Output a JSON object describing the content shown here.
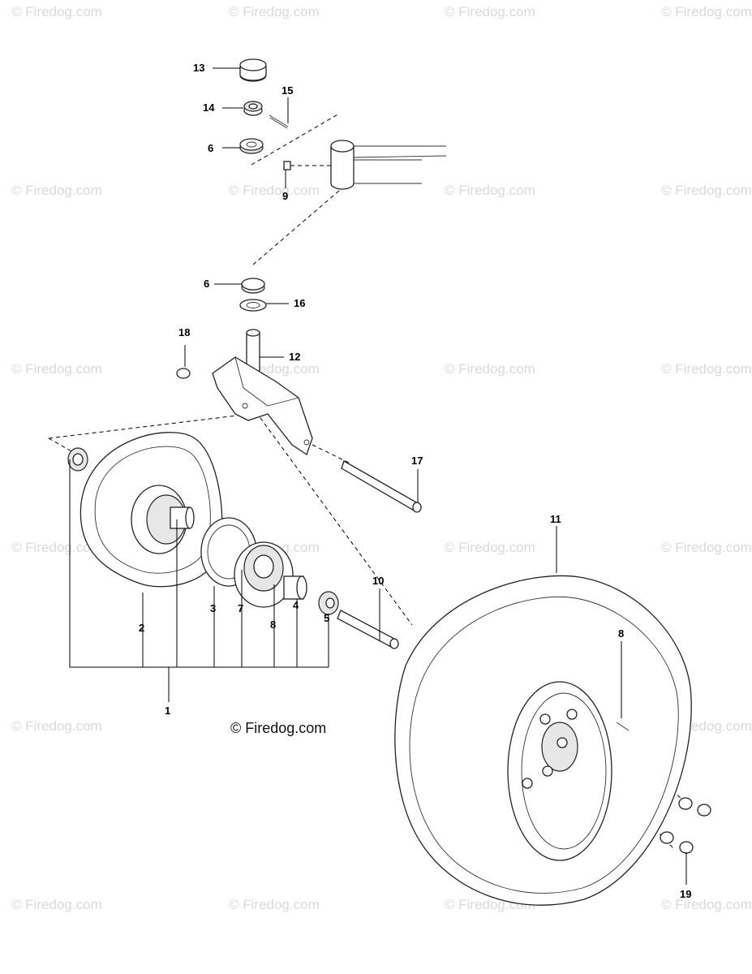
{
  "watermark": {
    "text": "© Firedog.com",
    "center_text": "© Firedog.com"
  },
  "callouts": {
    "c1": "1",
    "c2": "2",
    "c3": "3",
    "c4": "4",
    "c5": "5",
    "c6a": "6",
    "c6b": "6",
    "c7": "7",
    "c8a": "8",
    "c8b": "8",
    "c9": "9",
    "c10": "10",
    "c11": "11",
    "c12": "12",
    "c13": "13",
    "c14": "14",
    "c15": "15",
    "c16": "16",
    "c17": "17",
    "c18": "18",
    "c19": "19"
  },
  "colors": {
    "line": "#000000",
    "watermark": "#d9d9d9",
    "background": "#ffffff"
  }
}
